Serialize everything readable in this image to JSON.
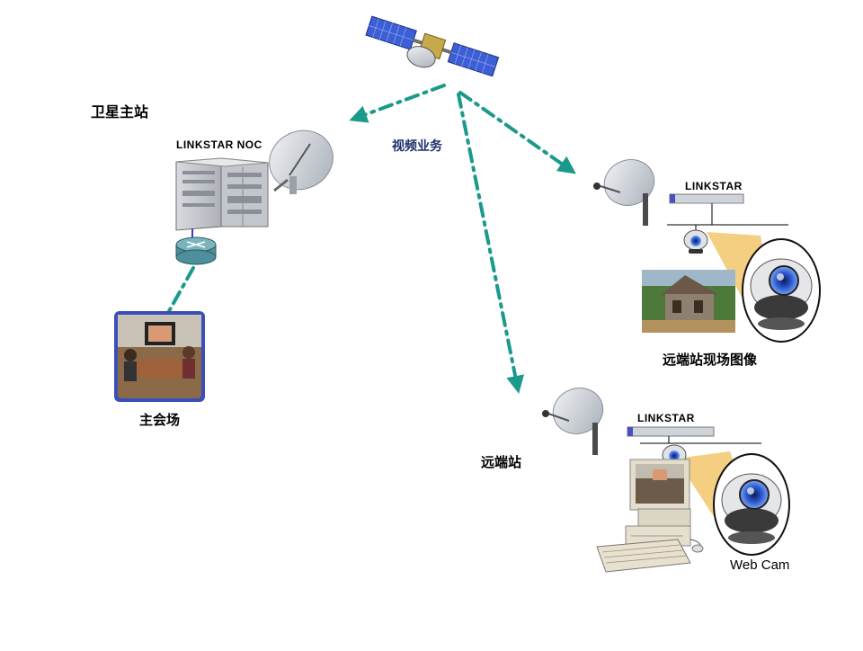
{
  "labels": {
    "hub_station": "卫星主站",
    "noc": "LINKSTAR NOC",
    "video_service": "视频业务",
    "main_venue": "主会场",
    "linkstar_top": "LINKSTAR",
    "remote_scene": "远端站现场图像",
    "remote_station": "远端站",
    "linkstar_bottom": "LINKSTAR",
    "webcam": "Web Cam"
  },
  "colors": {
    "link": "#1a9a8a",
    "panel": "#6b7bd8",
    "cone": "#f2c56b",
    "modem": "#cfd3da",
    "dish": "#cdd2d8"
  },
  "icons": [
    "satellite-icon",
    "server-rack-icon",
    "dish-antenna-icon",
    "router-icon",
    "modem-icon",
    "webcam-icon",
    "computer-icon",
    "conference-photo",
    "village-photo"
  ]
}
